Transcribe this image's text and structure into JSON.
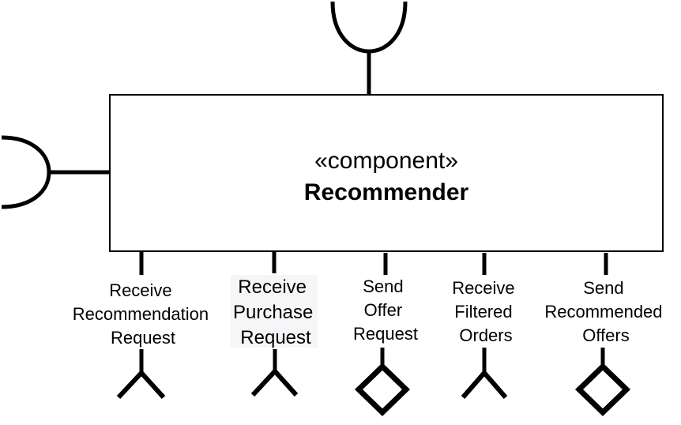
{
  "component": {
    "stereotype": "«component»",
    "name": "Recommender"
  },
  "ports": [
    {
      "lines": [
        "Receive",
        "Recommendation",
        "Request"
      ],
      "symbol": "required-chevron-icon"
    },
    {
      "lines": [
        "Receive",
        "Purchase",
        "Request"
      ],
      "symbol": "required-chevron-icon"
    },
    {
      "lines": [
        "Send",
        "Offer",
        "Request"
      ],
      "symbol": "provided-diamond-icon"
    },
    {
      "lines": [
        "Receive",
        "Filtered",
        "Orders"
      ],
      "symbol": "required-chevron-icon"
    },
    {
      "lines": [
        "Send",
        "Recommended",
        "Offers"
      ],
      "symbol": "provided-diamond-icon"
    }
  ]
}
